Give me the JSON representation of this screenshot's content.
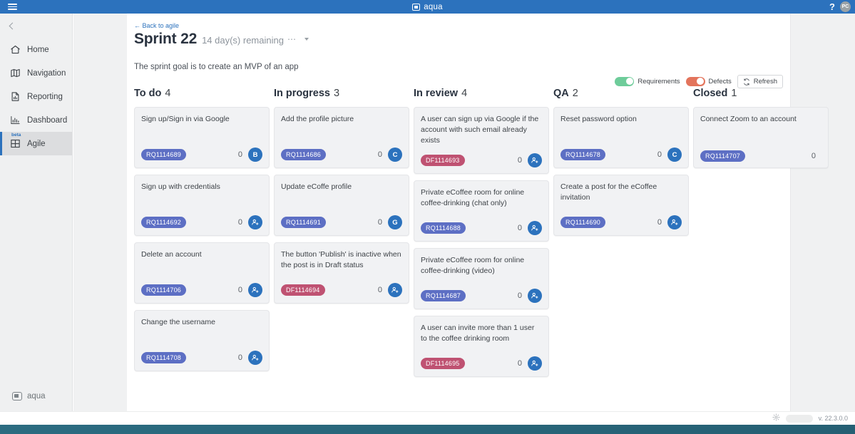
{
  "topbar": {
    "app_name": "aqua",
    "logo_icon": "aqua-logo-icon",
    "menu_icon": "hamburger-menu-icon",
    "help_icon": "help-question-icon",
    "help_label": "?",
    "avatar_initials": "PC"
  },
  "sidebar": {
    "collapse_icon": "chevron-left-icon",
    "items": [
      {
        "label": "Home",
        "icon": "home-icon",
        "active": false,
        "tag": ""
      },
      {
        "label": "Navigation",
        "icon": "map-icon",
        "active": false,
        "tag": ""
      },
      {
        "label": "Reporting",
        "icon": "report-document-icon",
        "active": false,
        "tag": ""
      },
      {
        "label": "Dashboard",
        "icon": "bar-chart-icon",
        "active": false,
        "tag": ""
      },
      {
        "label": "Agile",
        "icon": "grid-board-icon",
        "active": true,
        "tag": "beta"
      }
    ],
    "footer_logo_text": "aqua"
  },
  "header": {
    "back_link": "← Back to agile",
    "sprint_title": "Sprint 22",
    "remaining": "14 day(s) remaining",
    "more_icon": "ellipsis-icon",
    "more_label": "⋯",
    "caret_icon": "chevron-down-icon",
    "goal": "The sprint goal is to create an MVP of an app"
  },
  "toolbar": {
    "requirements_label": "Requirements",
    "requirements_on": true,
    "requirements_color": "#6ecc9a",
    "defects_label": "Defects",
    "defects_on": true,
    "defects_color": "#e3745c",
    "refresh_label": "Refresh",
    "refresh_icon": "refresh-icon"
  },
  "board": {
    "columns": [
      {
        "title": "To do",
        "count": "4",
        "cards": [
          {
            "title": "Sign up/Sign in via Google",
            "badge": "RQ1114689",
            "badge_type": "rq",
            "count": "0",
            "avatar_type": "letter",
            "avatar": "B"
          },
          {
            "title": "Sign up with credentials",
            "badge": "RQ1114692",
            "badge_type": "rq",
            "count": "0",
            "avatar_type": "add",
            "avatar": ""
          },
          {
            "title": "Delete an account",
            "badge": "RQ1114706",
            "badge_type": "rq",
            "count": "0",
            "avatar_type": "add",
            "avatar": ""
          },
          {
            "title": "Change the username",
            "badge": "RQ1114708",
            "badge_type": "rq",
            "count": "0",
            "avatar_type": "add",
            "avatar": ""
          }
        ]
      },
      {
        "title": "In progress",
        "count": "3",
        "cards": [
          {
            "title": "Add the profile picture",
            "badge": "RQ1114686",
            "badge_type": "rq",
            "count": "0",
            "avatar_type": "letter",
            "avatar": "C"
          },
          {
            "title": "Update eCoffe profile",
            "badge": "RQ1114691",
            "badge_type": "rq",
            "count": "0",
            "avatar_type": "letter",
            "avatar": "G"
          },
          {
            "title": "The button 'Publish' is inactive when the post is in Draft status",
            "badge": "DF1114694",
            "badge_type": "df",
            "count": "0",
            "avatar_type": "add",
            "avatar": ""
          }
        ]
      },
      {
        "title": "In review",
        "count": "4",
        "cards": [
          {
            "title": "A user can sign up via Google if the account with such email already exists",
            "badge": "DF1114693",
            "badge_type": "df",
            "count": "0",
            "avatar_type": "add",
            "avatar": ""
          },
          {
            "title": "Private eCoffee room for online coffee-drinking (chat only)",
            "badge": "RQ1114688",
            "badge_type": "rq",
            "count": "0",
            "avatar_type": "add",
            "avatar": ""
          },
          {
            "title": "Private eCoffee room for online coffee-drinking (video)",
            "badge": "RQ1114687",
            "badge_type": "rq",
            "count": "0",
            "avatar_type": "add",
            "avatar": ""
          },
          {
            "title": "A user can invite more than 1 user to the coffee drinking room",
            "badge": "DF1114695",
            "badge_type": "df",
            "count": "0",
            "avatar_type": "add",
            "avatar": ""
          }
        ]
      },
      {
        "title": "QA",
        "count": "2",
        "cards": [
          {
            "title": "Reset password option",
            "badge": "RQ1114678",
            "badge_type": "rq",
            "count": "0",
            "avatar_type": "letter",
            "avatar": "C"
          },
          {
            "title": "Create a post for the eCoffee invitation",
            "badge": "RQ1114690",
            "badge_type": "rq",
            "count": "0",
            "avatar_type": "add",
            "avatar": ""
          }
        ]
      },
      {
        "title": "Closed",
        "count": "1",
        "cards": [
          {
            "title": "Connect Zoom to an account",
            "badge": "RQ1114707",
            "badge_type": "rq",
            "count": "0",
            "avatar_type": "none",
            "avatar": ""
          }
        ]
      }
    ]
  },
  "statusbar": {
    "gear_icon": "gear-icon",
    "version": "v. 22.3.0.0"
  }
}
